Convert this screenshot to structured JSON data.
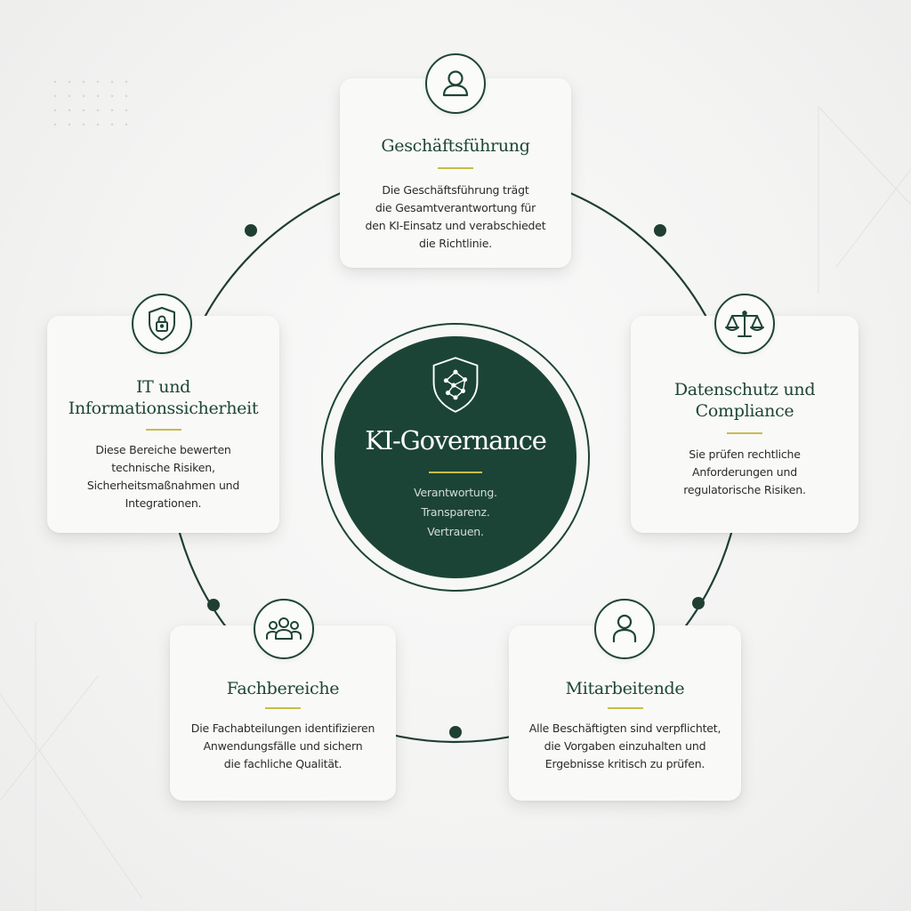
{
  "center": {
    "title": "KI-Governance",
    "lines": [
      "Verantwortung.",
      "Transparenz.",
      "Vertrauen."
    ],
    "icon": "shield-network-icon"
  },
  "colors": {
    "primary": "#1b4437",
    "accent": "#c9bc4a",
    "card": "#f9f9f8",
    "background": "#f3f3f2"
  },
  "cards": [
    {
      "title": [
        "Geschäftsführung"
      ],
      "text": [
        "Die Geschäftsführung trägt",
        "die Gesamtverantwortung für",
        "den KI-Einsatz und verabschiedet",
        "die Richtlinie."
      ],
      "icon": "person-icon"
    },
    {
      "title": [
        "Datenschutz und",
        "Compliance"
      ],
      "text": [
        "Sie prüfen rechtliche",
        "Anforderungen und",
        "regulatorische Risiken."
      ],
      "icon": "scales-icon"
    },
    {
      "title": [
        "Mitarbeitende"
      ],
      "text": [
        "Alle Beschäftigten sind verpflichtet,",
        "die Vorgaben einzuhalten und",
        "Ergebnisse kritisch zu prüfen."
      ],
      "icon": "person-outline-icon"
    },
    {
      "title": [
        "Fachbereiche"
      ],
      "text": [
        "Die Fachabteilungen identifizieren",
        "Anwendungsfälle und sichern",
        "die fachliche Qualität."
      ],
      "icon": "group-icon"
    },
    {
      "title": [
        "IT und",
        "Informationssicherheit"
      ],
      "text": [
        "Diese Bereiche bewerten",
        "technische Risiken,",
        "Sicherheitsmaßnahmen und",
        "Integrationen."
      ],
      "icon": "shield-lock-icon"
    }
  ]
}
